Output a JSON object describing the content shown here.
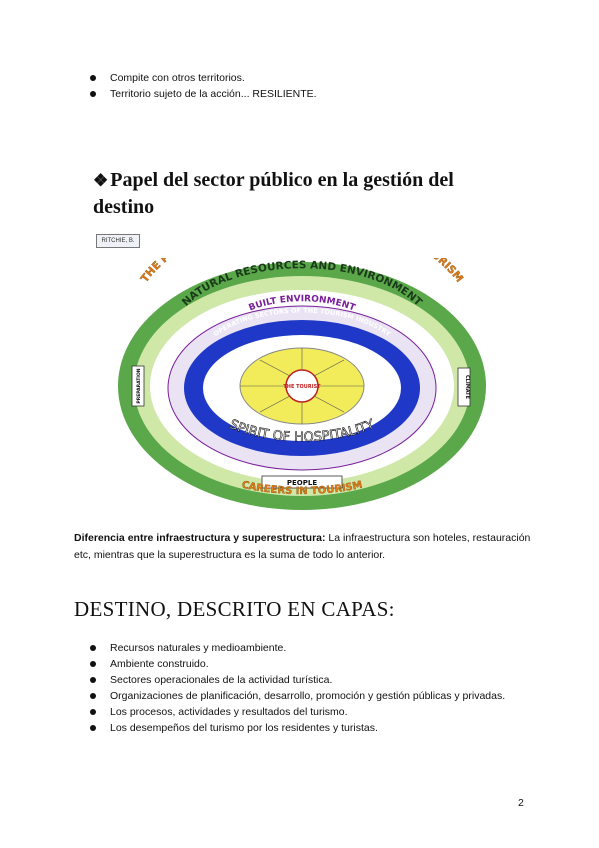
{
  "top_bullets": [
    "Compite con otros territorios.",
    "Territorio sujeto de la acción... RESILIENTE."
  ],
  "section": {
    "marker": "❖",
    "heading": "Papel del sector público en la gestión del destino"
  },
  "figure": {
    "source_label": "RITCHIE, B.",
    "ring_texts": {
      "outer_arc": "THE PROCESSES, ACTIVITIES, AND OUTCOMES OF TOURISM",
      "natural": "NATURAL RESOURCES AND ENVIRONMENT",
      "built": "BUILT ENVIRONMENT",
      "operating": "OPERATING SECTORS OF THE TOURISM INDUSTRY",
      "spirit": "SPIRIT OF HOSPITALITY",
      "tourist": "THE TOURIST",
      "people": "PEOPLE",
      "careers": "CAREERS IN TOURISM",
      "climate": "CLIMATE",
      "left_panel": "PREPARATION"
    },
    "colors": {
      "outer": "#5aa84a",
      "outer_light": "#cfe8a8",
      "natural": "#ffffff",
      "built": "#e9e3f3",
      "blue_ring": "#1f38c8",
      "blue_inner": "#ffffff",
      "core": "#f3ec5a",
      "center": "#ffffff",
      "accent_text": "#7a1f9a",
      "orange_text": "#e07a1b"
    }
  },
  "paragraph": {
    "bold_lead": "Diferencia entre infraestructura y superestructura:",
    "text": " La infraestructura son hoteles, restauración etc, mientras que la superestructura es la suma de todo lo anterior."
  },
  "caps_heading": "DESTINO, DESCRITO EN CAPAS:",
  "caps_bullets": [
    "Recursos naturales y medioambiente.",
    "Ambiente construido.",
    "Sectores operacionales de la actividad turística.",
    "Organizaciones de planificación, desarrollo, promoción y gestión públicas y privadas.",
    "Los procesos, actividades y resultados del turismo.",
    "Los desempeños del turismo por los residentes y turistas."
  ],
  "page_number": "2"
}
